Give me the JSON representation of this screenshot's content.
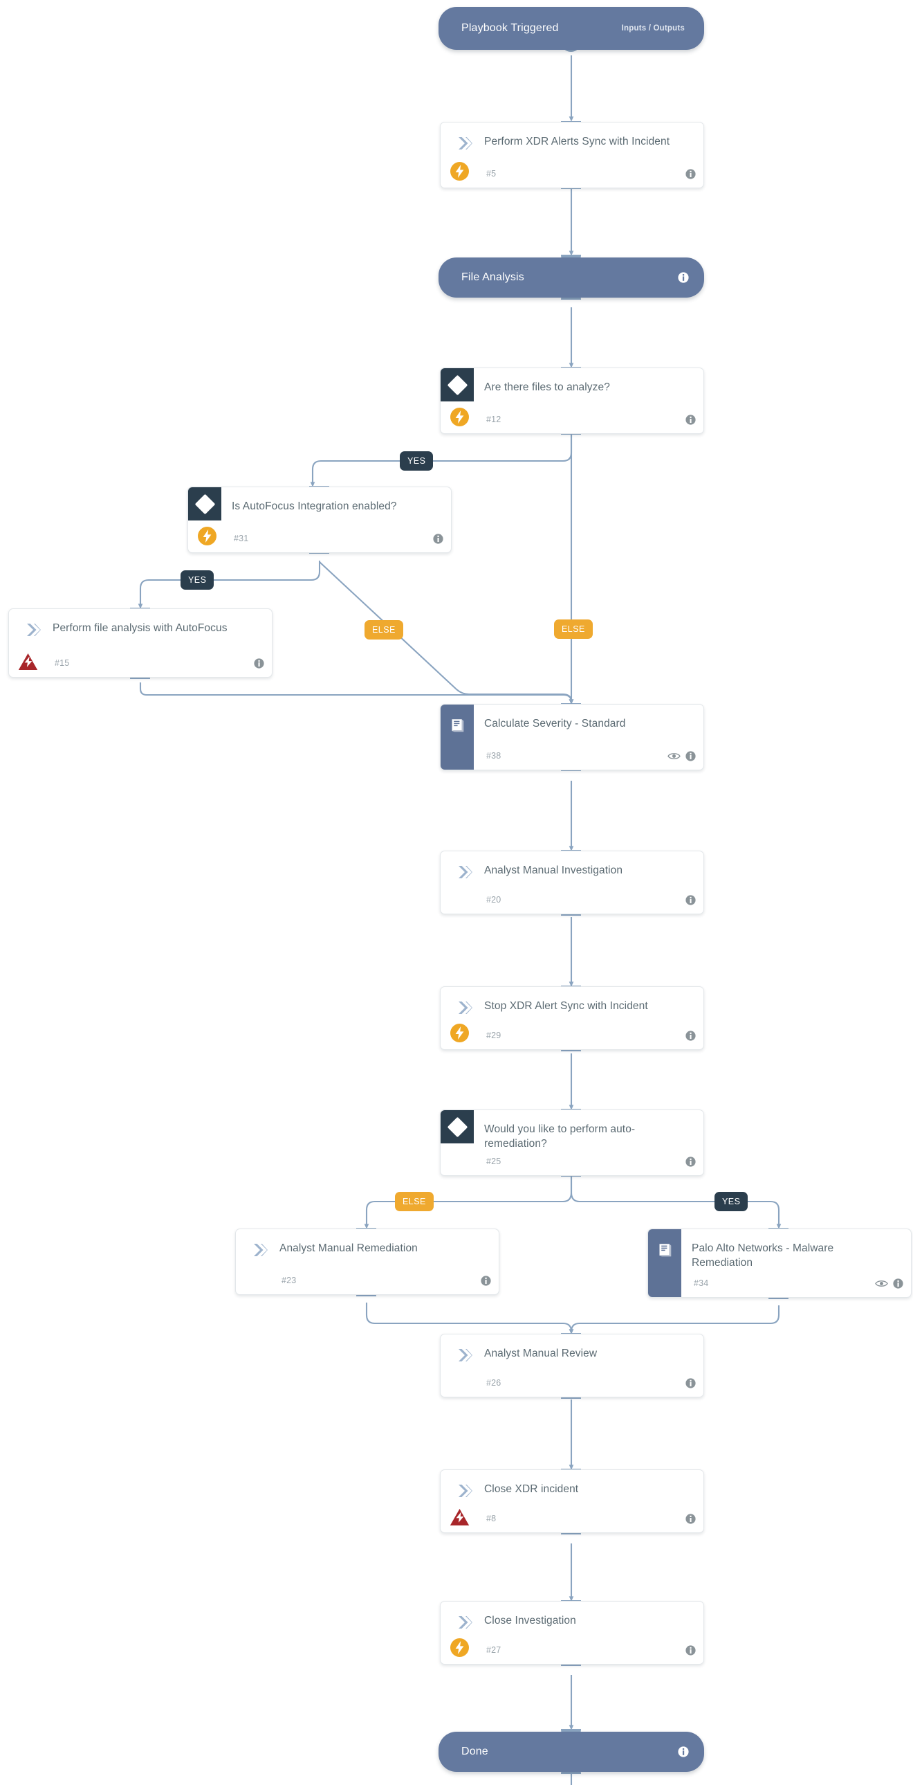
{
  "diagram": {
    "title": "Playbook workflow",
    "colors": {
      "pill": "#64799f",
      "condition_square": "#2b3e4d",
      "subplaybook_bar": "#5e7296",
      "tag_yes": "#2b3e4d",
      "tag_else": "#efa92f",
      "badge_bolt": "#efa724",
      "badge_warning": "#b02a2a",
      "connector": "#8aa4c0",
      "card_background": "#ffffff",
      "title_text": "#5b6a72",
      "id_text": "#9aa4ab"
    }
  },
  "start": {
    "label": "Playbook Triggered",
    "sub_label": "Inputs / Outputs",
    "icon": "none"
  },
  "section": {
    "label": "File Analysis",
    "info_icon": "info-icon"
  },
  "end": {
    "label": "Done",
    "info_icon": "info-icon"
  },
  "tags": {
    "files_yes": "YES",
    "files_else": "ELSE",
    "autofocus_yes": "YES",
    "autofocus_else": "ELSE",
    "remediation_else": "ELSE",
    "remediation_yes": "YES"
  },
  "nodes": [
    {
      "key": "xdr_sync",
      "title": "Perform XDR Alerts Sync with Incident",
      "id": "#5",
      "kind": "task",
      "icon": "chevron-icon",
      "badge": "bolt-badge",
      "has_eye": false,
      "has_info": true
    },
    {
      "key": "files_condition",
      "title": "Are there files to analyze?",
      "id": "#12",
      "kind": "condition",
      "icon": "diamond-icon",
      "badge": "bolt-badge",
      "has_eye": false,
      "has_info": true
    },
    {
      "key": "autofocus_condition",
      "title": "Is AutoFocus Integration enabled?",
      "id": "#31",
      "kind": "condition",
      "icon": "diamond-icon",
      "badge": "bolt-badge",
      "has_eye": false,
      "has_info": true
    },
    {
      "key": "autofocus_task",
      "title": "Perform file analysis with AutoFocus",
      "id": "#15",
      "kind": "task",
      "icon": "chevron-icon",
      "badge": "warning-badge",
      "has_eye": false,
      "has_info": true
    },
    {
      "key": "calc_severity",
      "title": "Calculate Severity - Standard",
      "id": "#38",
      "kind": "subplaybook",
      "icon": "book-icon",
      "badge": "none",
      "has_eye": true,
      "has_info": true
    },
    {
      "key": "manual_investigation",
      "title": "Analyst Manual Investigation",
      "id": "#20",
      "kind": "task",
      "icon": "chevron-icon",
      "badge": "none",
      "has_eye": false,
      "has_info": true
    },
    {
      "key": "stop_sync",
      "title": "Stop XDR Alert Sync with Incident",
      "id": "#29",
      "kind": "task",
      "icon": "chevron-icon",
      "badge": "bolt-badge",
      "has_eye": false,
      "has_info": true
    },
    {
      "key": "auto_remediation_condition",
      "title": "Would you like to perform auto-remediation?",
      "id": "#25",
      "kind": "condition",
      "icon": "diamond-icon",
      "badge": "none",
      "has_eye": false,
      "has_info": true
    },
    {
      "key": "manual_remediation",
      "title": "Analyst Manual Remediation",
      "id": "#23",
      "kind": "task",
      "icon": "chevron-icon",
      "badge": "none",
      "has_eye": false,
      "has_info": true
    },
    {
      "key": "malware_remediation",
      "title": "Palo Alto Networks - Malware Remediation",
      "id": "#34",
      "kind": "subplaybook",
      "icon": "book-icon",
      "badge": "none",
      "has_eye": true,
      "has_info": true
    },
    {
      "key": "manual_review",
      "title": "Analyst Manual Review",
      "id": "#26",
      "kind": "task",
      "icon": "chevron-icon",
      "badge": "none",
      "has_eye": false,
      "has_info": true
    },
    {
      "key": "close_xdr",
      "title": "Close XDR incident",
      "id": "#8",
      "kind": "task",
      "icon": "chevron-icon",
      "badge": "warning-badge",
      "has_eye": false,
      "has_info": true
    },
    {
      "key": "close_investigation",
      "title": "Close Investigation",
      "id": "#27",
      "kind": "task",
      "icon": "chevron-icon",
      "badge": "bolt-badge",
      "has_eye": false,
      "has_info": true
    }
  ]
}
